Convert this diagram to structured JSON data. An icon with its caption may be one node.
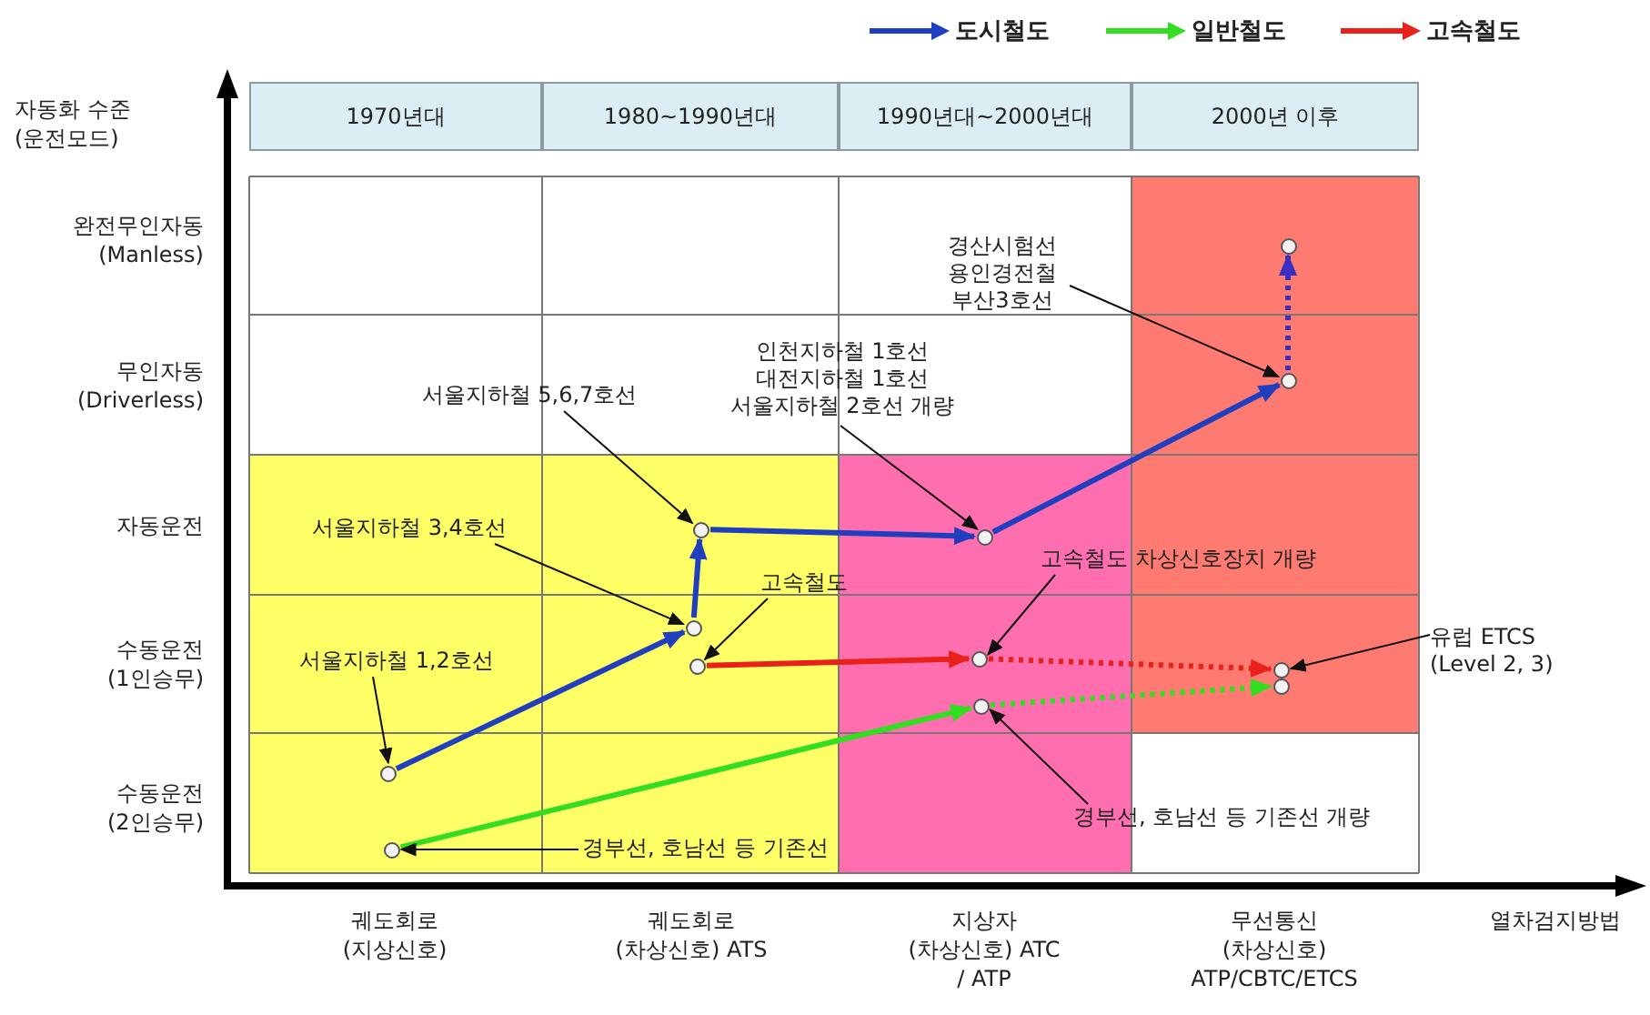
{
  "diagram": {
    "nodes": [
      {
        "text": [
          "1970년대"
        ]
      },
      {
        "text": [
          "1980~1990년대"
        ]
      },
      {
        "text": [
          "1990년대~2000년대"
        ]
      },
      {
        "text": [
          "2000년 이후"
        ]
      },
      {
        "text": [],
        "shape": "circle"
      },
      {
        "text": [
          "경산시험선 용인경전철 부산3호선"
        ]
      },
      {
        "text": [
          "인천지하철 1호선 대전지하철 1호선 서울지하철 2호선 개량"
        ]
      },
      {
        "text": [
          "서울지하철 5,6,7호선"
        ]
      },
      {
        "text": [],
        "shape": "circle"
      },
      {
        "text": [
          "서울지하철 3,4호선"
        ]
      },
      {
        "text": [],
        "shape": "circle"
      },
      {
        "text": [],
        "shape": "circle"
      },
      {
        "text": [
          "고속철도 차상신호장치 개량"
        ]
      },
      {
        "text": [
          "고속철도"
        ]
      },
      {
        "text": [],
        "shape": "circle"
      },
      {
        "text": [
          "유럽 ETCS (Level 2, 3)"
        ]
      },
      {
        "text": [
          "서울지하철 1,2호선"
        ]
      },
      {
        "text": [],
        "shape": "circle"
      },
      {
        "text": [],
        "shape": "circle"
      },
      {
        "text": [],
        "shape": "circle"
      },
      {
        "text": [],
        "shape": "circle"
      },
      {
        "text": [],
        "shape": "circle"
      },
      {
        "text": [],
        "shape": "circle"
      },
      {
        "text": [
          "경부선, 호남선 등 기존선 개량"
        ]
      },
      {
        "text": [],
        "shape": "circle"
      },
      {
        "text": [
          "경부선, 호남선 등 기존선"
        ]
      }
    ],
    "edges": [
      {
        "from": 22,
        "to": 14,
        "arrow": "to",
        "style": "thick",
        "color": "#1f3fbf"
      },
      {
        "from": 14,
        "to": 10,
        "arrow": "to",
        "style": "thick",
        "color": "#1f3fbf"
      },
      {
        "from": 10,
        "to": 11,
        "arrow": "to",
        "style": "thick",
        "color": "#1f3fbf"
      },
      {
        "from": 11,
        "to": 8,
        "arrow": "to",
        "style": "thick",
        "color": "#1f3fbf"
      },
      {
        "from": 8,
        "to": 4,
        "arrow": "to",
        "style": "dashed",
        "color": "#3a2fc0"
      },
      {
        "from": 17,
        "to": 18,
        "arrow": "to",
        "style": "thick",
        "color": "#e8211b"
      },
      {
        "from": 18,
        "to": 19,
        "arrow": "to",
        "style": "dashed",
        "color": "#e8211b"
      },
      {
        "from": 24,
        "to": 21,
        "arrow": "to",
        "style": "thick",
        "color": "#33dd22"
      },
      {
        "from": 21,
        "to": 20,
        "arrow": "to",
        "style": "dashed",
        "color": "#33dd22"
      },
      {
        "from": 16,
        "to": 22,
        "arrow": "to"
      },
      {
        "from": 9,
        "to": 14,
        "arrow": "to"
      },
      {
        "from": 7,
        "to": 10,
        "arrow": "to"
      },
      {
        "from": 6,
        "to": 11,
        "arrow": "to"
      },
      {
        "from": 5,
        "to": 8,
        "arrow": "to"
      },
      {
        "from": 13,
        "to": 17,
        "arrow": "to"
      },
      {
        "from": 12,
        "to": 18,
        "arrow": "to"
      },
      {
        "from": 15,
        "to": 19,
        "arrow": "to"
      },
      {
        "from": 23,
        "to": 21,
        "arrow": "to"
      },
      {
        "from": 25,
        "to": 24,
        "arrow": "to"
      }
    ],
    "labels": [
      "자동화 수준 (운전모드)",
      "완전무인자동 (Manless)",
      "무인자동 (Driverless)",
      "자동운전",
      "수동운전 (1인승무)",
      "수동운전 (2인승무)",
      "궤도회로 (지상신호)",
      "궤도회로 (차상신호) ATS",
      "지상자 (차상신호) ATC / ATP",
      "무선통신 (차상신호) ATP/CBTC/ETCS",
      "열차검지방법"
    ],
    "legend": [
      {
        "text": "도시철도",
        "color": "#1f3fbf"
      },
      {
        "text": "일반철도",
        "color": "#33dd22"
      },
      {
        "text": "고속철도",
        "color": "#e8211b"
      }
    ]
  }
}
